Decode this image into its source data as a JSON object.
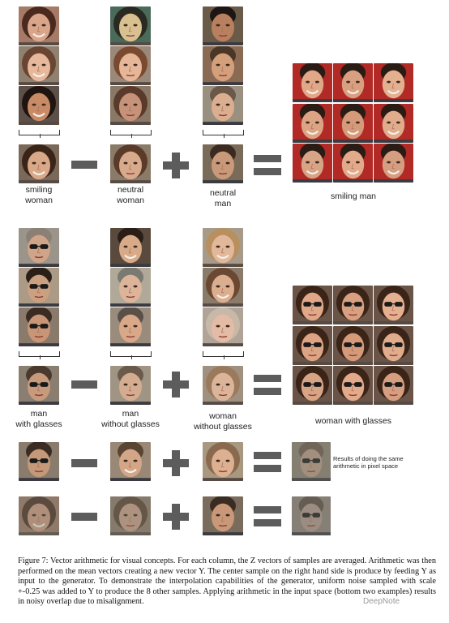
{
  "row1": {
    "labels": {
      "smiling_woman": "smiling\nwoman",
      "neutral_woman": "neutral\nwoman",
      "neutral_man": "neutral\nman",
      "result": "smiling man"
    }
  },
  "row2": {
    "labels": {
      "man_with_glasses": "man\nwith glasses",
      "man_without_glasses": "man\nwithout glasses",
      "woman_without_glasses": "woman\nwithout glasses",
      "result": "woman with glasses"
    }
  },
  "pixel_space_note": "Results of doing the same\narithmetic in pixel space",
  "caption": "Figure 7: Vector arithmetic for visual concepts. For each column, the Z vectors of samples are averaged. Arithmetic was then performed on the mean vectors creating a new vector Y. The center sample on the right hand side is produce by feeding Y as input to the generator. To demonstrate the interpolation capabilities of the generator, uniform noise sampled with scale +-0.25 was added to Y to produce the 8 other samples. Applying arithmetic in the input space (bottom two examples) results in noisy overlap due to misalignment.",
  "watermark": "DeepNote",
  "colors": {
    "operator": "#5c5c5c",
    "skin_light": "#e7b79a",
    "skin_mid": "#cf9a78",
    "hair_dark": "#3a2a20",
    "shirt_red": "#b22a25"
  }
}
